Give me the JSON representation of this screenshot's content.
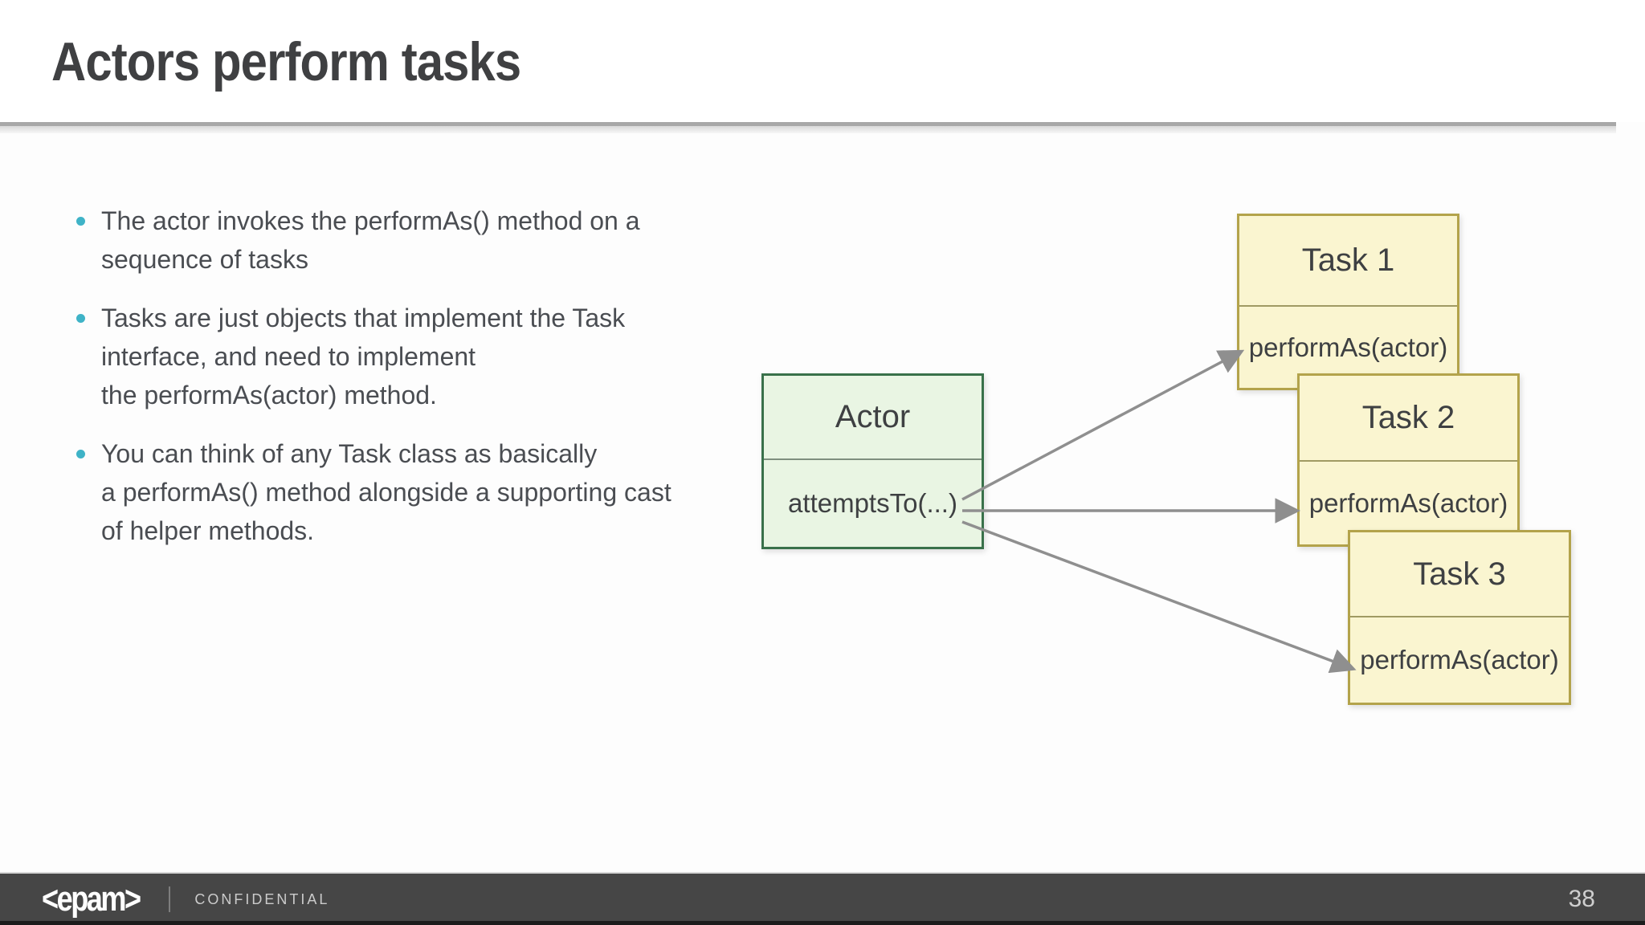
{
  "slide": {
    "title": "Actors perform tasks",
    "bullets": [
      {
        "text": "The actor invokes the performAs() method on a\nsequence of tasks"
      },
      {
        "text": "Tasks are just objects that implement the Task\ninterface, and need to implement\nthe performAs(actor) method."
      },
      {
        "text": "You can think of any Task class as basically\na performAs() method alongside a supporting cast\nof helper methods."
      }
    ],
    "bullet_color": "#3fb3c7",
    "title_color": "#3f4042",
    "text_color": "#4a4d52"
  },
  "diagram": {
    "actor": {
      "title": "Actor",
      "method": "attemptsTo(...)",
      "fill": "#e9f5e3",
      "border": "#39714a"
    },
    "tasks": [
      {
        "title": "Task 1",
        "method": "performAs(actor)"
      },
      {
        "title": "Task 2",
        "method": "performAs(actor)"
      },
      {
        "title": "Task 3",
        "method": "performAs(actor)"
      }
    ],
    "task_fill": "#faf5d0",
    "task_border": "#b3a34b",
    "arrow_color": "#8f8f8f",
    "connections": [
      {
        "from": "Actor.attemptsTo(...)",
        "to": "Task 1.performAs(actor)"
      },
      {
        "from": "Actor.attemptsTo(...)",
        "to": "Task 2.performAs(actor)"
      },
      {
        "from": "Actor.attemptsTo(...)",
        "to": "Task 3.performAs(actor)"
      }
    ]
  },
  "footer": {
    "logo": "<epam>",
    "confidential": "CONFIDENTIAL",
    "page_number": "38",
    "bar_color": "#464646"
  }
}
